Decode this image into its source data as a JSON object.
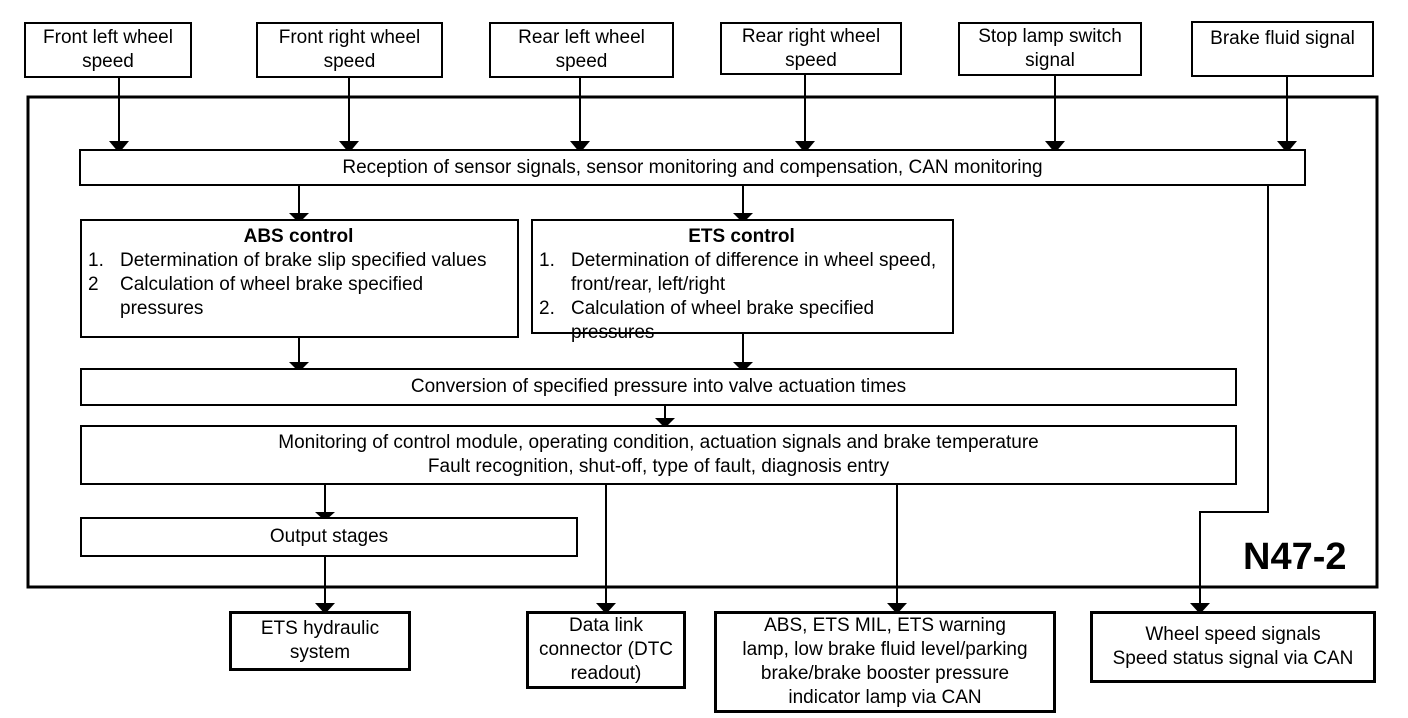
{
  "inputs": {
    "front_left": [
      "Front left wheel",
      "speed"
    ],
    "front_right": [
      "Front right wheel",
      "speed"
    ],
    "rear_left": [
      "Rear left wheel",
      "speed"
    ],
    "rear_right": [
      "Rear right wheel",
      "speed"
    ],
    "stop_lamp": [
      "Stop lamp switch",
      "signal"
    ],
    "brake_fluid": [
      "Brake fluid signal"
    ]
  },
  "module": {
    "label": "N47-2",
    "reception": "Reception of sensor signals, sensor monitoring and compensation, CAN monitoring",
    "abs": {
      "title": "ABS control",
      "items": [
        {
          "num": "1.",
          "text": "Determination of brake slip specified values"
        },
        {
          "num": "2",
          "text": "Calculation of wheel brake specified pressures"
        }
      ]
    },
    "ets": {
      "title": "ETS control",
      "items": [
        {
          "num": "1.",
          "text": "Determination of difference in wheel speed, front/rear, left/right"
        },
        {
          "num": "2.",
          "text": "Calculation of wheel brake specified pressures"
        }
      ]
    },
    "conversion": "Conversion of specified pressure into valve actuation times",
    "monitoring": [
      "Monitoring of control module, operating condition, actuation signals and brake temperature",
      "Fault recognition, shut-off, type of fault, diagnosis entry"
    ],
    "output_stages": "Output stages"
  },
  "outputs": {
    "ets_hydraulic": [
      "ETS hydraulic",
      "system"
    ],
    "data_link": [
      "Data link",
      "connector (DTC",
      "readout)"
    ],
    "lamps": [
      "ABS, ETS MIL, ETS warning",
      "lamp, low brake fluid level/parking",
      "brake/brake booster pressure",
      "indicator lamp via CAN"
    ],
    "wheel_speed": [
      "Wheel speed signals",
      "Speed status signal via CAN"
    ]
  }
}
